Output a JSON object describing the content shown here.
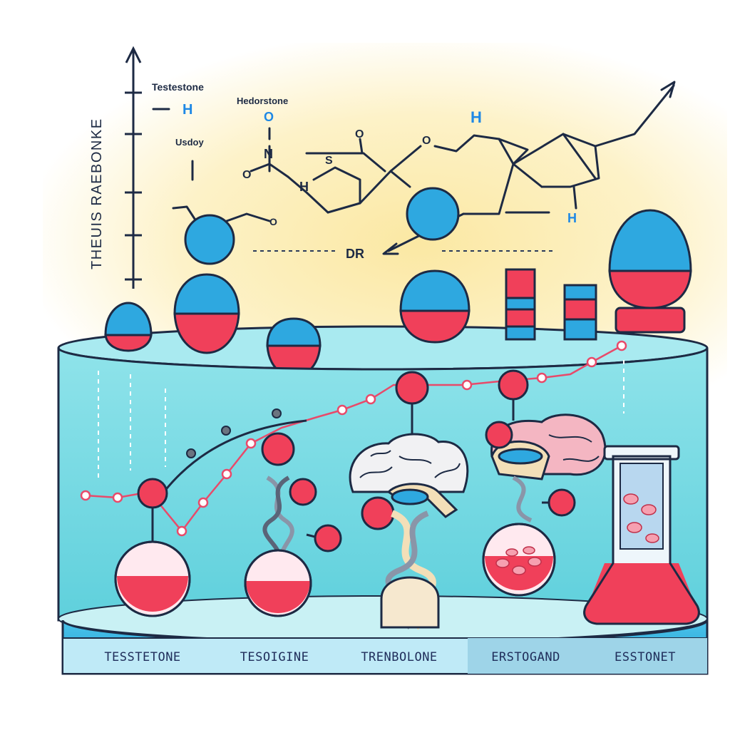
{
  "annotations": {
    "vertical_axis_title": "THEUIS RAEBONKE",
    "label_testestone": "Testestone",
    "label_hedorstone": "Hedorstone",
    "label_usdoy": "Usdoy",
    "dr_label": "DR"
  },
  "atom_symbols": {
    "h_top_left": "H",
    "o_top": "O",
    "n_mid": "N",
    "o_left": "O",
    "h_mid": "H",
    "s_mid": "S",
    "o_right1": "O",
    "o_right2": "O",
    "h_upper_right": "H",
    "h_lower_right": "H",
    "o_small": "O"
  },
  "base_labels": [
    "TESSTETONE",
    "TESOIGINE",
    "TRENBOLONE",
    "ERSTOGAND",
    "ESSTONET"
  ],
  "colors": {
    "molecule_blue": "#2ea8e0",
    "molecule_red": "#f0405a",
    "platform_cyan": "#79dbe4",
    "base_blue": "#2aaee0",
    "ink": "#1d2a44",
    "highlight_blue": "#1e88e5"
  }
}
